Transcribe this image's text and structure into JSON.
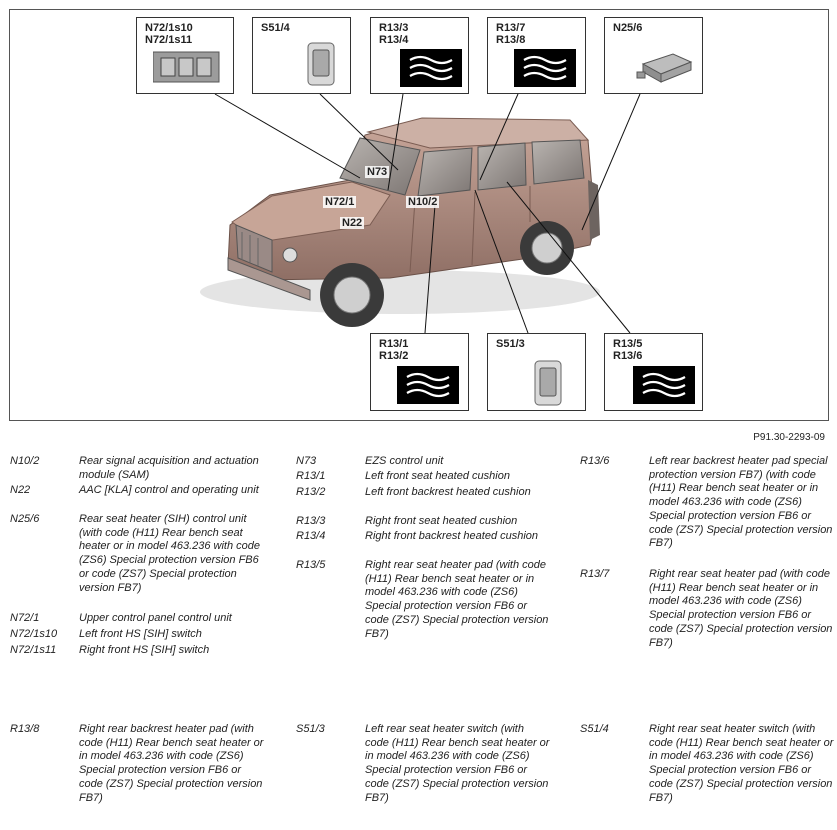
{
  "figure": {
    "callouts": {
      "n72": "N72/1s10\nN72/1s11",
      "s514": "S51/4",
      "r133": "R13/3\nR13/4",
      "r137": "R13/7\nR13/8",
      "n256": "N25/6",
      "r131": "R13/1\nR13/2",
      "s513": "S51/3",
      "r135": "R13/5\nR13/6"
    },
    "car_labels": {
      "n73": "N73",
      "n721": "N72/1",
      "n22": "N22",
      "n102": "N10/2"
    }
  },
  "reference": "P91.30-2293-09",
  "legend": [
    {
      "code": "N10/2",
      "desc": "Rear signal acquisition and actuation module (SAM)"
    },
    {
      "code": "N22",
      "desc": "AAC [KLA] control and operating unit"
    },
    {
      "code": "N25/6",
      "desc": "Rear seat heater (SIH) control unit (with code (H11) Rear bench seat heater or in model 463.236 with code (ZS6) Special protection version FB6 or code (ZS7) Special protection version FB7)"
    },
    {
      "code": "N72/1",
      "desc": "Upper control panel control unit"
    },
    {
      "code": "N72/1s10",
      "desc": "Left front HS [SIH] switch"
    },
    {
      "code": "N72/1s11",
      "desc": "Right front HS [SIH] switch"
    },
    {
      "code": "N73",
      "desc": "EZS control unit"
    },
    {
      "code": "R13/1",
      "desc": "Left front seat heated cushion"
    },
    {
      "code": "R13/2",
      "desc": "Left front backrest heated cushion"
    },
    {
      "code": "R13/3",
      "desc": "Right front seat heated cushion"
    },
    {
      "code": "R13/4",
      "desc": "Right front backrest heated cushion"
    },
    {
      "code": "R13/5",
      "desc": "Right rear seat heater pad (with code (H11) Rear bench seat heater or in model 463.236 with code (ZS6) Special protection version FB6 or code (ZS7) Special protection version FB7)"
    },
    {
      "code": "R13/6",
      "desc": "Left rear backrest heater pad special protection version FB7) (with code (H11) Rear bench seat heater or in model 463.236 with code (ZS6) Special protection version FB6 or code (ZS7) Special protection version FB7)"
    },
    {
      "code": "R13/7",
      "desc": "Right rear seat heater pad (with code (H11) Rear bench seat heater or in model 463.236 with code (ZS6) Special protection version FB6 or code (ZS7) Special protection version FB7)"
    },
    {
      "code": "R13/8",
      "desc": "Right rear backrest heater pad (with code (H11) Rear bench seat heater or in model 463.236 with code (ZS6) Special protection version FB6 or code (ZS7) Special protection version FB7)"
    },
    {
      "code": "S51/3",
      "desc": "Left rear seat heater switch (with code (H11) Rear bench seat heater or in model 463.236 with code (ZS6) Special protection version FB6 or code (ZS7) Special protection version FB7)"
    },
    {
      "code": "S51/4",
      "desc": "Right rear seat heater switch (with code (H11) Rear bench seat heater or in model 463.236 with code (ZS6) Special protection version FB6 or code (ZS7) Special protection version FB7)"
    }
  ]
}
